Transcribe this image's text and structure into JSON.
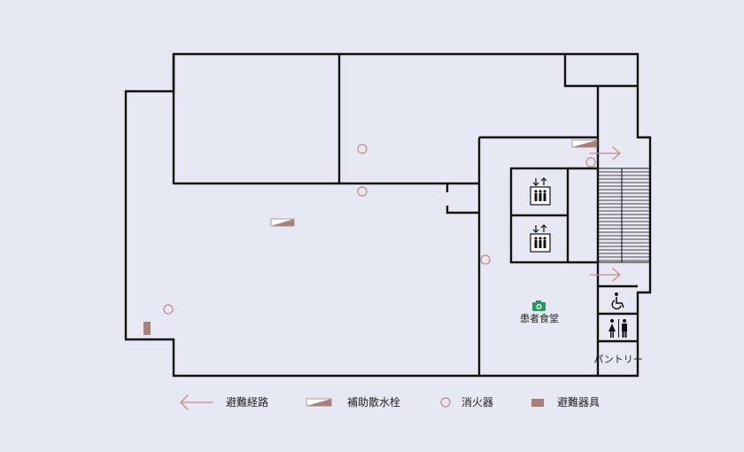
{
  "rooms": {
    "patient_dining": "患者食堂",
    "pantry": "パントリー"
  },
  "legend": {
    "evacuation_route": "避難経路",
    "hydrant": "補助散水栓",
    "extinguisher": "消火器",
    "evacuation_equipment": "避難器具"
  },
  "icons": {
    "elevator": "elevator-icon",
    "camera": "camera-icon",
    "wheelchair": "wheelchair-icon",
    "restroom": "restroom-icon"
  },
  "colors": {
    "background": "#e6e9f3",
    "walls": "#111111",
    "evacuation_marks": "#c78a8a",
    "equipment": "#a9807a",
    "camera": "#1e9e5a"
  }
}
